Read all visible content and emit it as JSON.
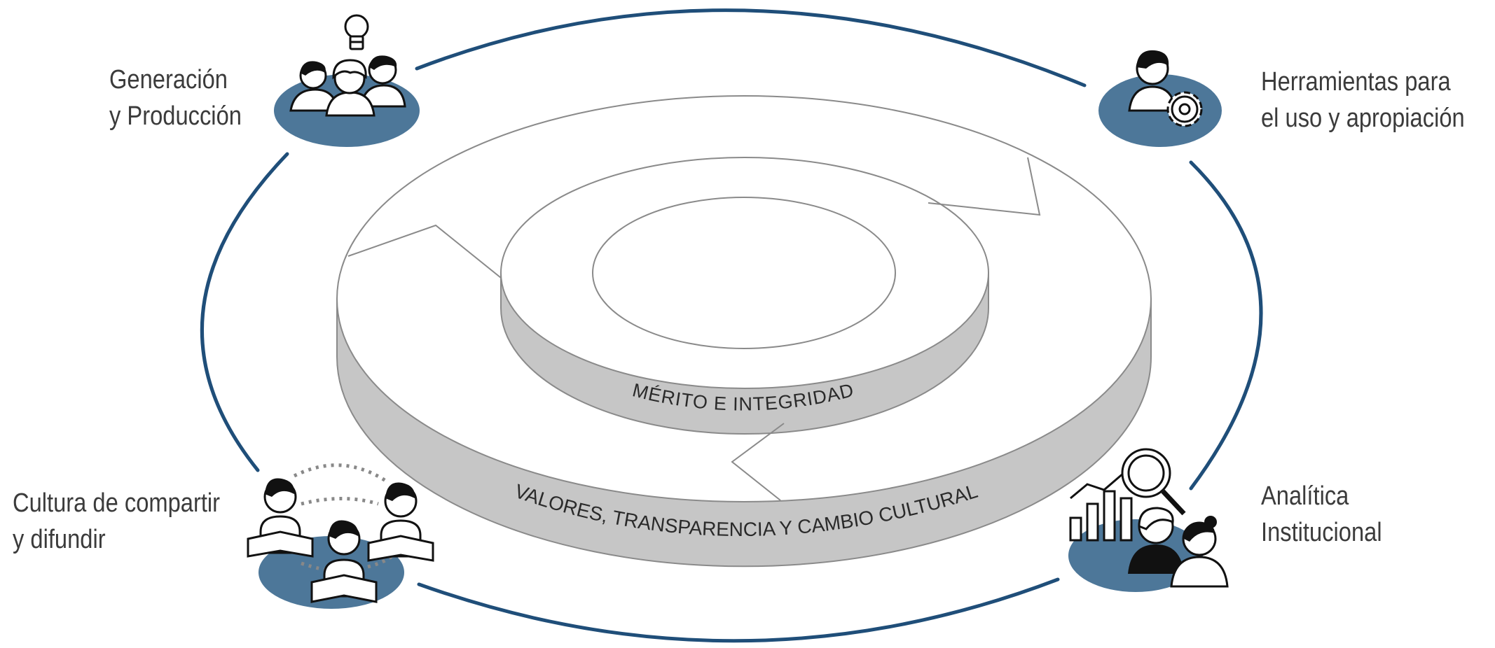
{
  "colors": {
    "accent": "#4d7799",
    "ring": "#1f4e79",
    "disc_top": "#ffffff",
    "disc_side": "#c8c8c8",
    "outline": "#8a8a8a"
  },
  "pillars": [
    {
      "line1": "Generación",
      "line2": "y Producción",
      "icon": "team-ideas-icon"
    },
    {
      "line1": "Herramientas para",
      "line2": "el uso y apropiación",
      "icon": "person-gear-icon"
    },
    {
      "line1": "Cultura de compartir",
      "line2": "y difundir",
      "icon": "people-sharing-icon"
    },
    {
      "line1": "Analítica",
      "line2": "Institucional",
      "icon": "analytics-people-icon"
    }
  ],
  "core": {
    "inner_ring_text": "MÉRITO   E   INTEGRIDAD",
    "outer_ring_text": "VALORES, TRANSPARENCIA Y CAMBIO CULTURAL"
  }
}
